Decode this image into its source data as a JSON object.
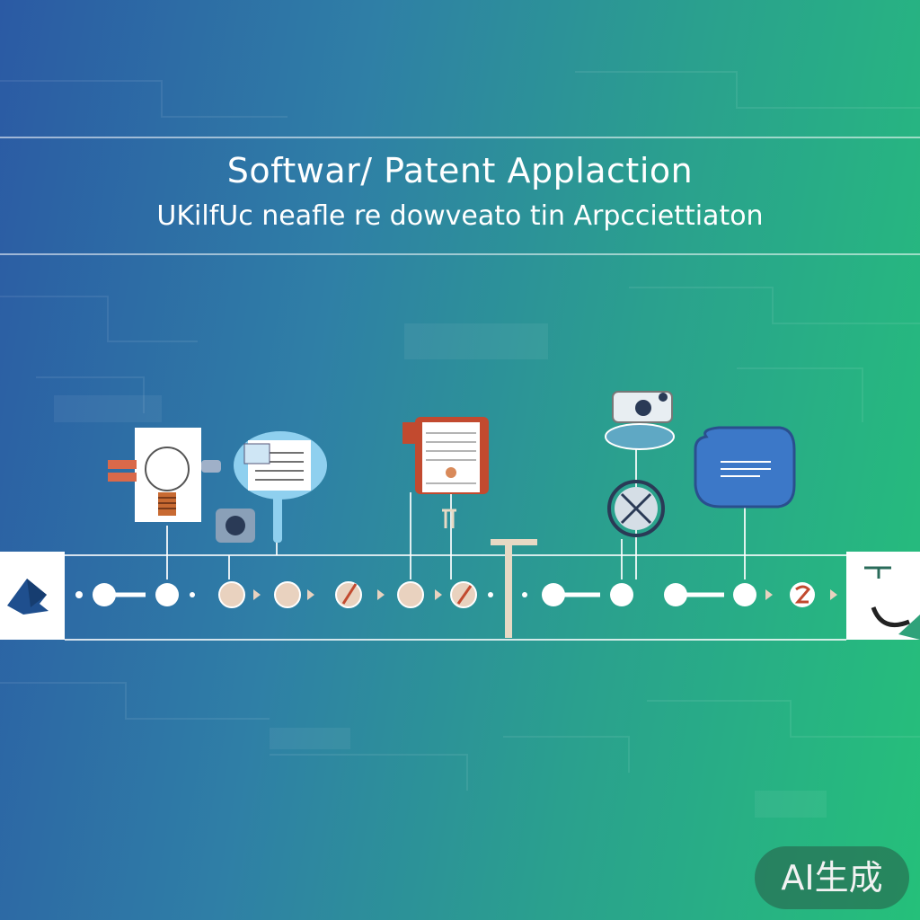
{
  "header": {
    "title": "Softwar/ Patent Applaction",
    "subtitle": "UKilfUc neafle re dowveato tin Arpcciettiaton"
  },
  "watermark": {
    "label": "AI生成"
  },
  "colors": {
    "background_left": "#2b5aa4",
    "background_right": "#25c07a",
    "node_fill": "#ffffff",
    "node_beige": "#e9d2bf",
    "accent_red": "#c24a2f",
    "bubble_blue": "#3c78c8"
  },
  "icons": [
    "lightbulb-icon",
    "document-magnifier-icon",
    "notebook-icon",
    "projector-icon",
    "speech-bubble-icon",
    "pinwheel-icon",
    "crane-icon"
  ]
}
